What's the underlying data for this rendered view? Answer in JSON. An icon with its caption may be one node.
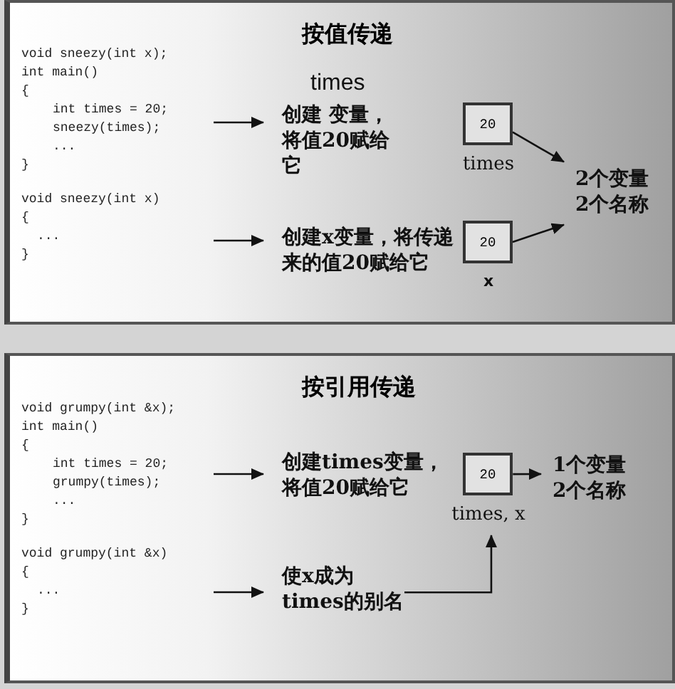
{
  "diagram": {
    "nodes": [
      {
        "text": [
          "按值传递"
        ]
      },
      {
        "text": [
          "void sneezy(int x);",
          "int main()",
          "{",
          "int times = 20;",
          "sneezy(times);",
          "...",
          "}"
        ],
        "in": 0
      },
      {
        "text": [
          "times",
          "创建 变量，将值20赋给它"
        ],
        "in": 0
      },
      {
        "text": [
          "20"
        ],
        "beside": [
          "times"
        ],
        "in": 0
      },
      {
        "text": [
          "2个变量2个名称"
        ],
        "in": 0
      },
      {
        "text": [
          "void sneezy(int x)",
          "{",
          "...",
          "}"
        ],
        "in": 0
      },
      {
        "text": [
          "创建x变量，将传递来的值20赋给它"
        ],
        "in": 0
      },
      {
        "text": [
          "20"
        ],
        "beside": [
          "x"
        ],
        "in": 0
      },
      {
        "text": [
          "按引用传递"
        ]
      },
      {
        "text": [
          "void grumpy(int &x);",
          "int main()",
          "{",
          "int times = 20;",
          "grumpy(times);",
          "...",
          "}"
        ],
        "in": 8
      },
      {
        "text": [
          "创建times变量，将值20赋给它"
        ],
        "in": 8
      },
      {
        "text": [
          "20"
        ],
        "beside": [
          "times, x"
        ],
        "in": 8
      },
      {
        "text": [
          "1个变量2个名称"
        ],
        "in": 8
      },
      {
        "text": [
          "void grumpy(int &x)",
          "{",
          "...",
          "}"
        ],
        "in": 8
      },
      {
        "text": [
          "使x成为times的别名"
        ],
        "in": 8
      }
    ],
    "edges": [
      {
        "from": 1,
        "to": 2,
        "arrow": "to"
      },
      {
        "from": 3,
        "to": 4,
        "arrow": "to"
      },
      {
        "from": 5,
        "to": 6,
        "arrow": "to"
      },
      {
        "from": 7,
        "to": 4,
        "arrow": "to"
      },
      {
        "from": 9,
        "to": 10,
        "arrow": "to"
      },
      {
        "from": 11,
        "to": 12,
        "arrow": "to"
      },
      {
        "from": 13,
        "to": 14,
        "arrow": "to"
      },
      {
        "from": 14,
        "to": 11,
        "arrow": "to"
      }
    ]
  }
}
